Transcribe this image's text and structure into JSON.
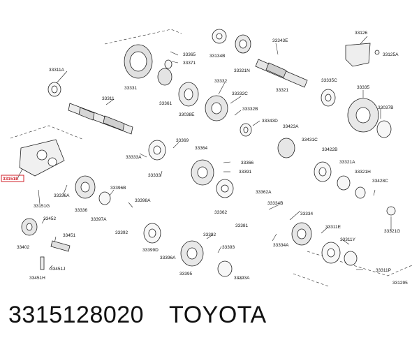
{
  "diagram": {
    "highlight_color": "#d0202a",
    "part_labels": {
      "p33126": "33126",
      "p33343E": "33343E",
      "p33125A": "33125A",
      "p33365": "33365",
      "p33371": "33371",
      "p33134B": "33134B",
      "p33321N": "33321N",
      "p33311A": "33311A",
      "p33331": "33331",
      "p33321": "33321",
      "p33335C": "33335C",
      "p33332": "33332",
      "p33311": "33311",
      "p33332C": "33332C",
      "p33335": "33335",
      "p33361": "33361",
      "p33038E": "33038E",
      "p33332B": "33332B",
      "p33037B": "33037B",
      "p33343D": "33343D",
      "p33423A": "33423A",
      "p33369": "33369",
      "p33431C": "33431C",
      "p33333A": "33333A",
      "p33364": "33364",
      "p33422B": "33422B",
      "p33366": "33366",
      "p33321A": "33321A",
      "p33151E": "33151E",
      "p33333": "33333",
      "p33391": "33391",
      "p33321H": "33321H",
      "p33428C": "33428C",
      "p33336A": "33336A",
      "p33396B": "33396B",
      "p33362A": "33362A",
      "p33151G": "33151G",
      "p33398A": "33398A",
      "p33334B": "33334B",
      "p33336": "33336",
      "p33362": "33362",
      "p33334": "33334",
      "p33452": "33452",
      "p33397A": "33397A",
      "p33392": "33392",
      "p33381": "33381",
      "p33321G": "33321G",
      "p33311E": "33311E",
      "p33451": "33451",
      "p33392b": "33392",
      "p33402": "33402",
      "p33399D": "33399D",
      "p33393": "33393",
      "p33334A": "33334A",
      "p33311Y": "33311Y",
      "p33396A": "33396A",
      "p33451J": "33451J",
      "p33395": "33395",
      "p33393A": "33393A",
      "p33311P": "33311P",
      "p33451H": "33451H",
      "p33129S": "331295"
    }
  },
  "footer": {
    "part_number": "3315128020",
    "brand": "TOYOTA"
  }
}
